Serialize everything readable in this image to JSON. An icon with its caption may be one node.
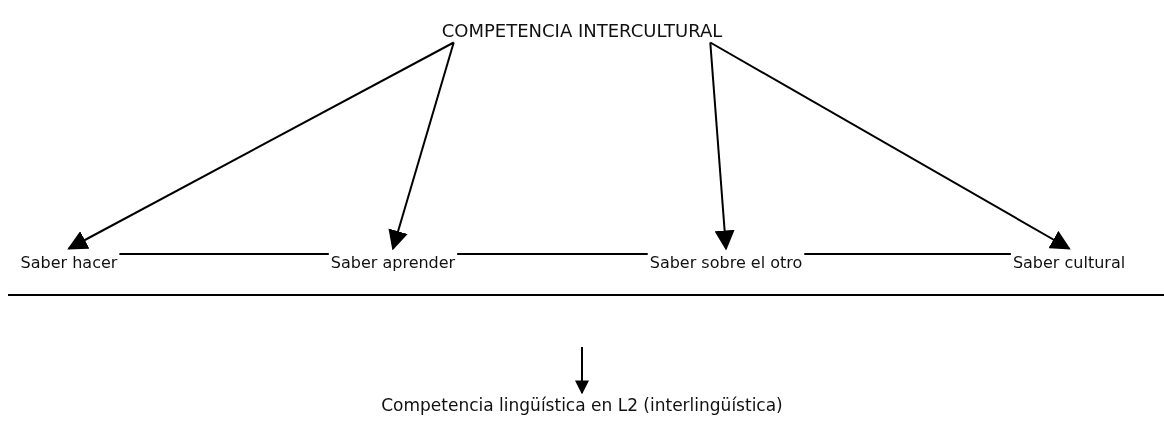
{
  "diagram": {
    "nodes": [
      {
        "text": [
          "COMPETENCIA INTERCULTURAL"
        ]
      },
      {
        "text": [
          "Saber hacer"
        ]
      },
      {
        "text": [
          "Saber aprender"
        ]
      },
      {
        "text": [
          "Saber sobre el otro"
        ]
      },
      {
        "text": [
          "Saber cultural"
        ]
      },
      {
        "text": [
          "Competencia lingüística en L2 (interlingüística)"
        ]
      }
    ],
    "edges": [
      {
        "from": 0,
        "to": 1,
        "arrow": "to"
      },
      {
        "from": 0,
        "to": 2,
        "arrow": "to"
      },
      {
        "from": 0,
        "to": 3,
        "arrow": "to"
      },
      {
        "from": 0,
        "to": 4,
        "arrow": "to"
      },
      {
        "from": 1,
        "to": 2,
        "arrow": "none"
      },
      {
        "from": 2,
        "to": 3,
        "arrow": "none"
      },
      {
        "from": 3,
        "to": 4,
        "arrow": "none"
      },
      {
        "from": null,
        "to": 5,
        "arrow": "to"
      }
    ]
  }
}
